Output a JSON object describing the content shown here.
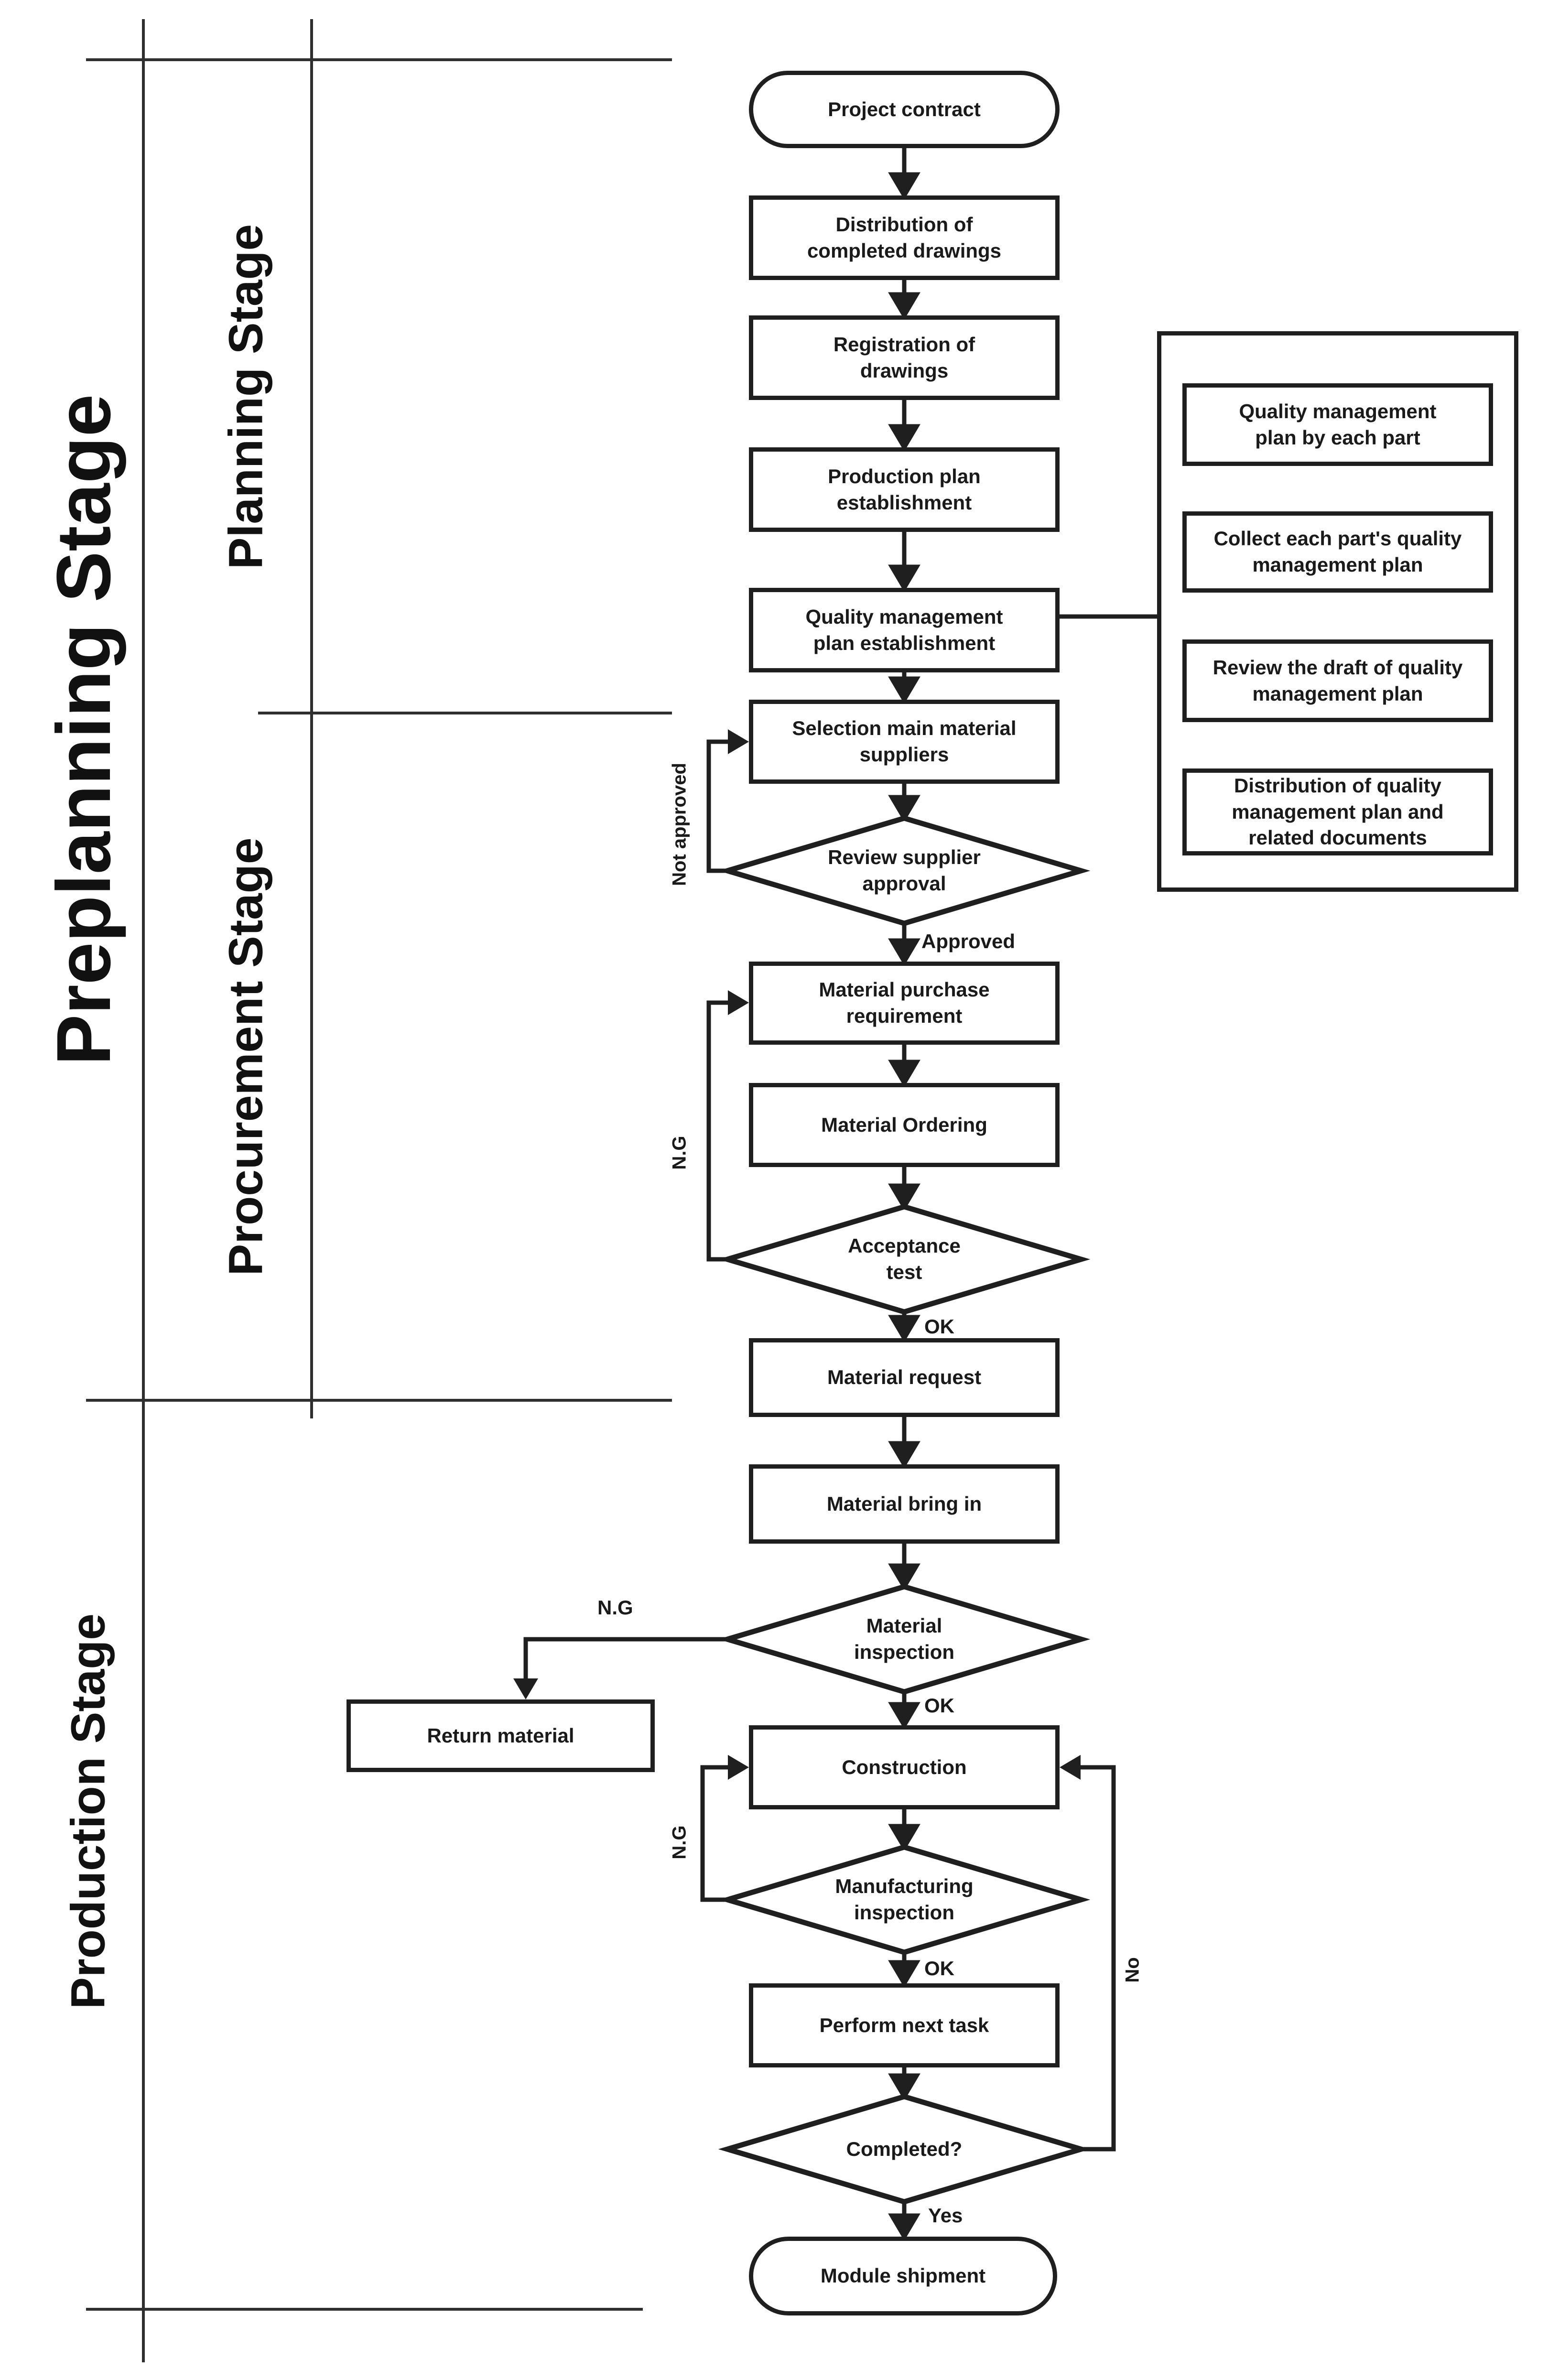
{
  "diagram": {
    "stage_labels": {
      "preplanning": "Preplanning Stage",
      "planning": "Planning Stage",
      "procurement": "Procurement Stage",
      "production": "Production Stage"
    },
    "nodes": {
      "project_contract": "Project contract",
      "distribution_drawings": "Distribution of\ncompleted drawings",
      "registration_drawings": "Registration of\ndrawings",
      "production_plan": "Production plan\nestablishment",
      "quality_plan": "Quality management\nplan establishment",
      "selection_suppliers": "Selection main material\nsuppliers",
      "review_supplier": "Review supplier\napproval",
      "material_purchase": "Material purchase\nrequirement",
      "material_ordering": "Material Ordering",
      "acceptance_test": "Acceptance\ntest",
      "material_request": "Material request",
      "material_bring_in": "Material bring in",
      "material_inspection": "Material\ninspection",
      "return_material": "Return material",
      "construction": "Construction",
      "manufacturing_inspection": "Manufacturing\ninspection",
      "perform_next_task": "Perform next task",
      "completed": "Completed?",
      "module_shipment": "Module shipment"
    },
    "subprocess": {
      "boxes": [
        "Quality management\nplan by each part",
        "Collect each part's quality\nmanagement plan",
        "Review the draft of quality\nmanagement plan",
        "Distribution of quality\nmanagement plan and\nrelated documents"
      ]
    },
    "edge_labels": {
      "approved": "Approved",
      "not_approved": "Not approved",
      "ng_acceptance": "N.G",
      "ok_acceptance": "OK",
      "ng_material": "N.G",
      "ok_material": "OK",
      "ng_manufacturing": "N.G",
      "ok_manufacturing": "OK",
      "no": "No",
      "yes": "Yes"
    },
    "colors": {
      "line": "#1f1f1f",
      "stage_line": "#2f2f2f",
      "background": "#ffffff",
      "text": "#1a1a1a"
    }
  }
}
